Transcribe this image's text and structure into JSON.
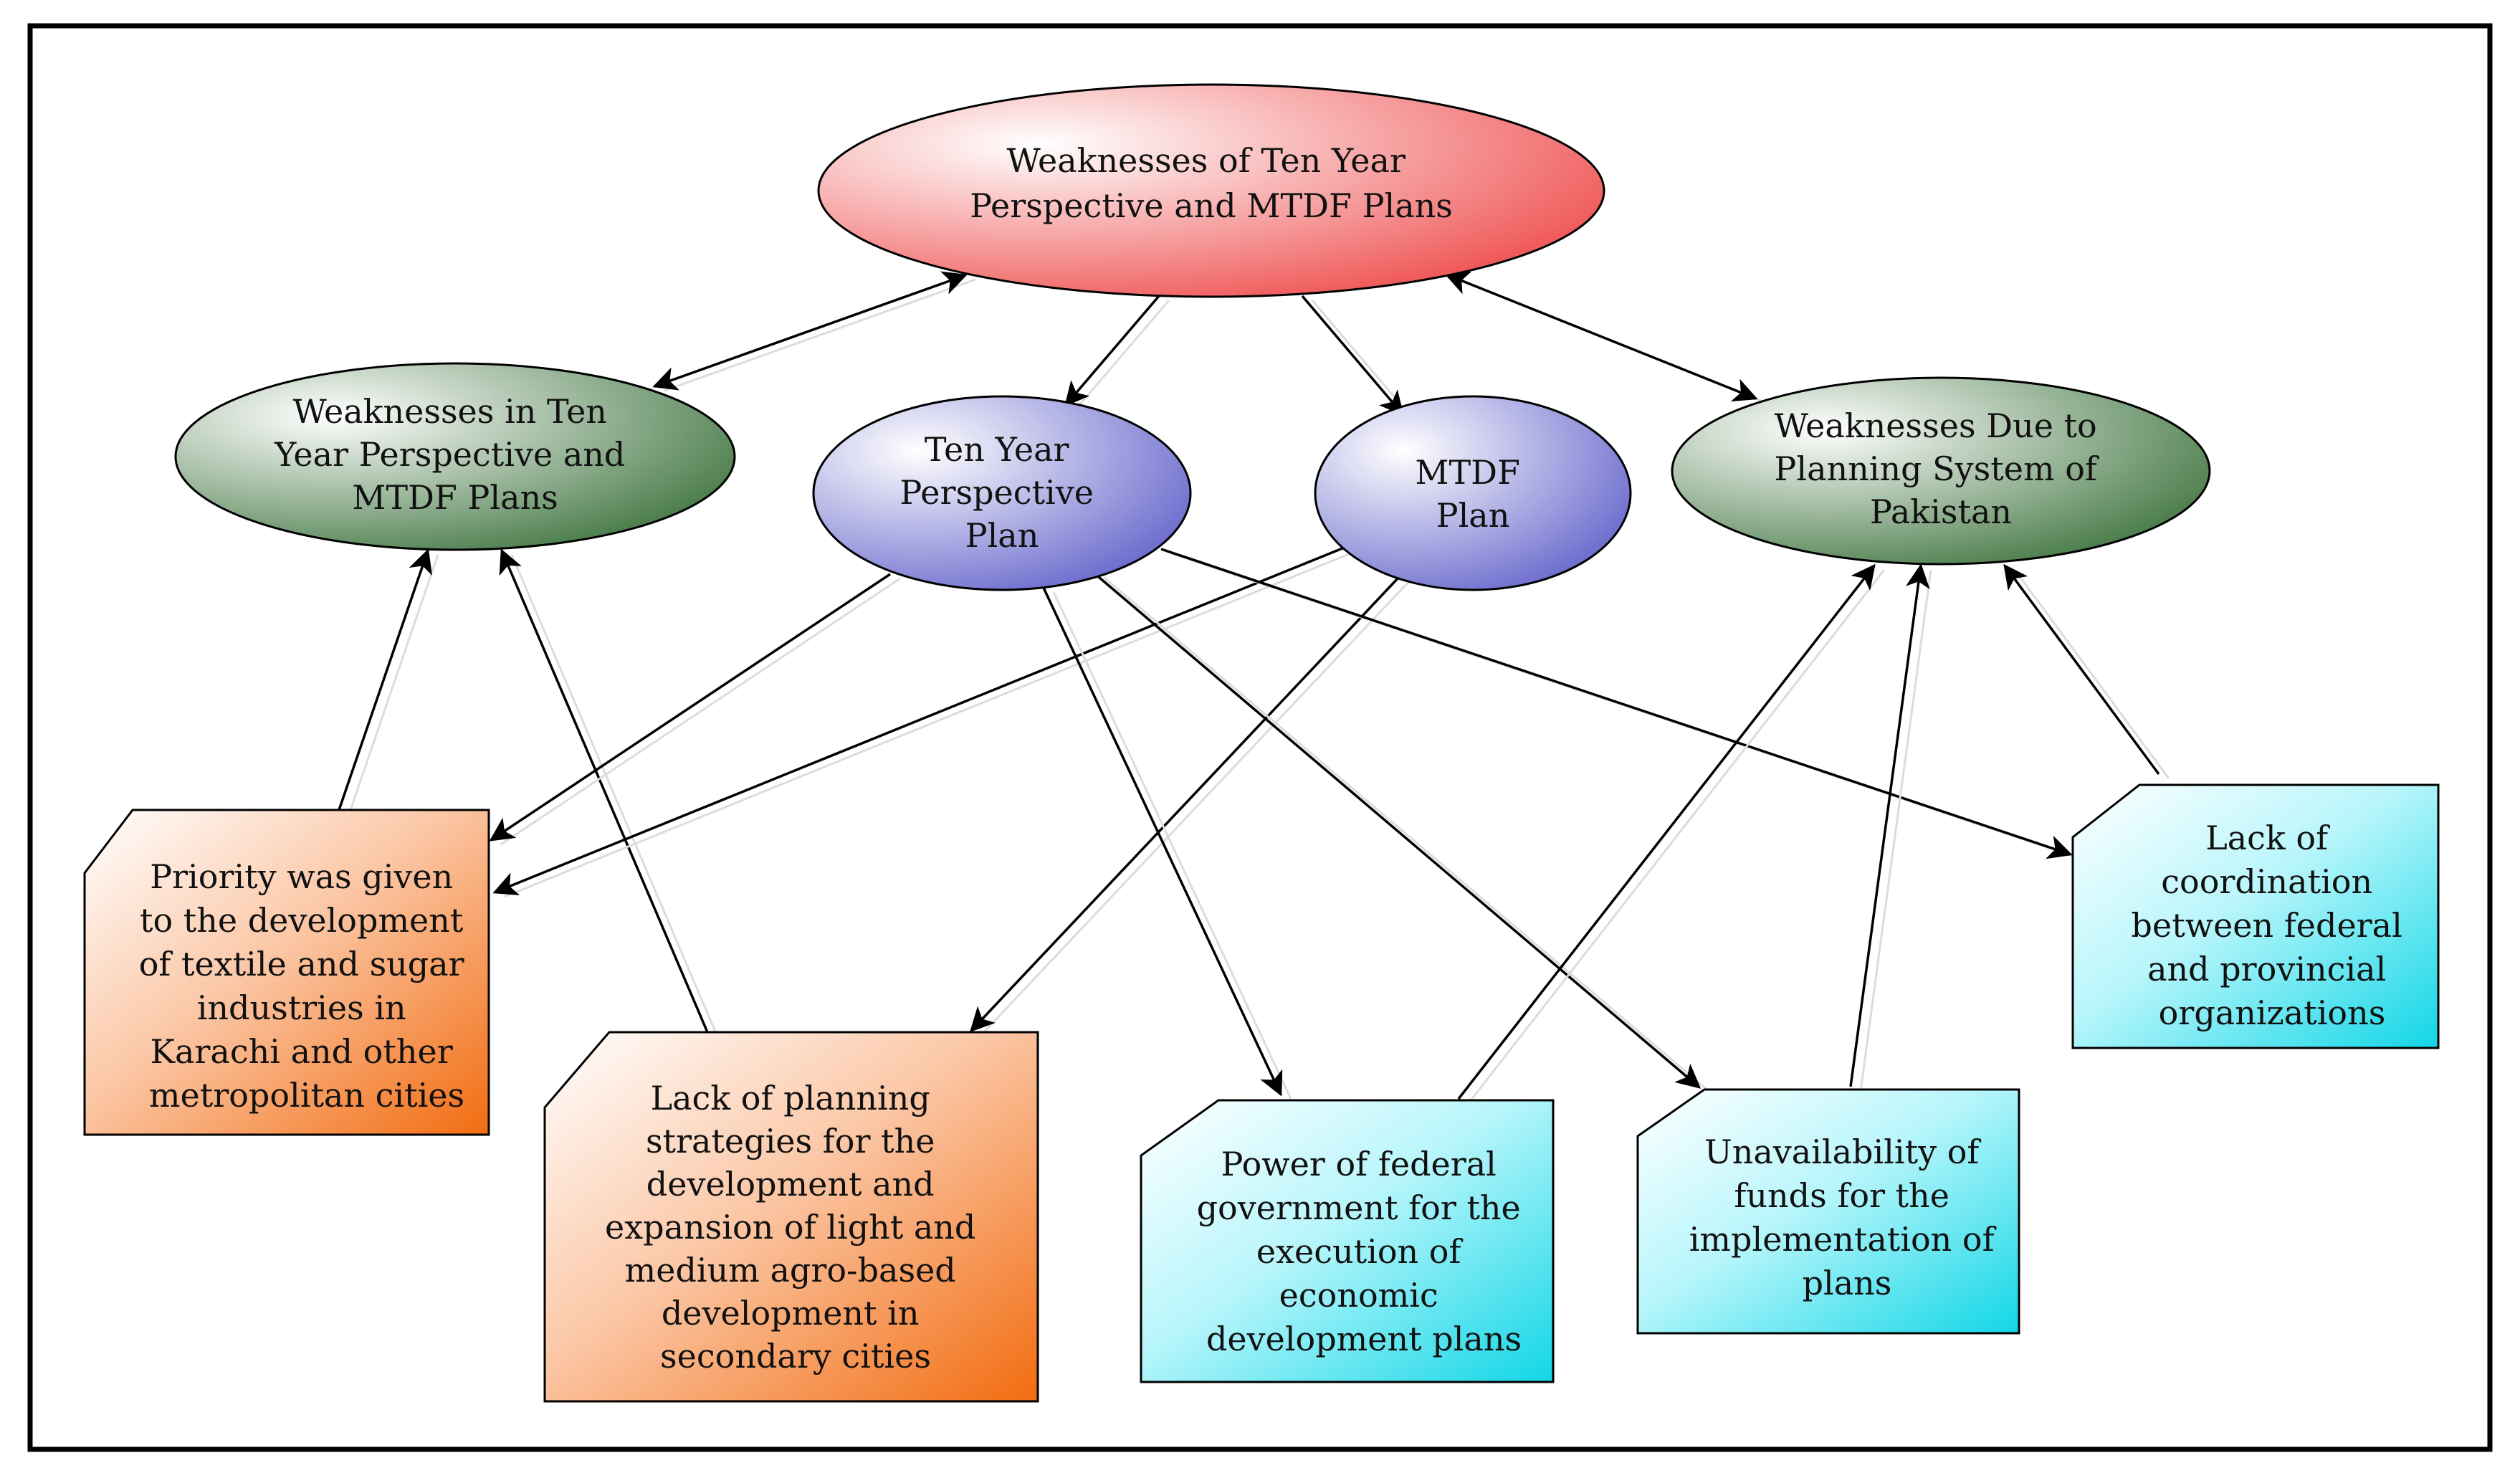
{
  "nodes": {
    "root": {
      "lines": [
        "Weaknesses of Ten Year",
        "Perspective and MTDF Plans"
      ]
    },
    "weak_ten_mtdf": {
      "lines": [
        "Weaknesses in Ten",
        "Year Perspective and",
        "MTDF Plans"
      ]
    },
    "ten_year": {
      "lines": [
        "Ten Year",
        "Perspective",
        "Plan"
      ]
    },
    "mtdf": {
      "lines": [
        "MTDF",
        "Plan"
      ]
    },
    "weak_planning": {
      "lines": [
        "Weaknesses Due to",
        "Planning System of",
        "Pakistan"
      ]
    },
    "priority": {
      "lines": [
        "Priority was given",
        "to the development",
        "of textile and sugar",
        "industries in",
        "Karachi and other",
        "metropolitan cities"
      ]
    },
    "lack_planning": {
      "lines": [
        "Lack of  planning",
        "strategies for the",
        "development and",
        "expansion of light and",
        "medium agro-based",
        "development in",
        "secondary cities"
      ]
    },
    "power_federal": {
      "lines": [
        "Power of federal",
        "government for the",
        "execution of",
        "economic",
        "development plans"
      ]
    },
    "unavailability": {
      "lines": [
        "Unavailability of",
        "funds for the",
        "implementation of",
        "plans"
      ]
    },
    "lack_coordination": {
      "lines": [
        "Lack of",
        "coordination",
        "between federal",
        "and provincial",
        "organizations"
      ]
    }
  },
  "colors": {
    "root_fill": "#f26a6a",
    "green_fill": "#5a8a5a",
    "purple_fill": "#7f7fd6",
    "orange_fill": "#f47a20",
    "cyan_fill": "#20d8e8",
    "stroke": "#000000"
  },
  "edges": [
    {
      "from": "root",
      "to": "weak_ten_mtdf",
      "type": "bidirectional"
    },
    {
      "from": "root",
      "to": "ten_year",
      "type": "directed"
    },
    {
      "from": "root",
      "to": "mtdf",
      "type": "directed"
    },
    {
      "from": "root",
      "to": "weak_planning",
      "type": "bidirectional"
    },
    {
      "from": "priority",
      "to": "weak_ten_mtdf",
      "type": "directed"
    },
    {
      "from": "lack_planning",
      "to": "weak_ten_mtdf",
      "type": "directed"
    },
    {
      "from": "ten_year",
      "to": "priority",
      "type": "directed"
    },
    {
      "from": "mtdf",
      "to": "priority",
      "type": "directed"
    },
    {
      "from": "mtdf",
      "to": "lack_planning",
      "type": "directed"
    },
    {
      "from": "ten_year",
      "to": "power_federal",
      "type": "directed"
    },
    {
      "from": "ten_year",
      "to": "unavailability",
      "type": "directed"
    },
    {
      "from": "ten_year",
      "to": "lack_coordination",
      "type": "directed"
    },
    {
      "from": "power_federal",
      "to": "weak_planning",
      "type": "directed"
    },
    {
      "from": "unavailability",
      "to": "weak_planning",
      "type": "directed"
    },
    {
      "from": "lack_coordination",
      "to": "weak_planning",
      "type": "directed"
    }
  ]
}
